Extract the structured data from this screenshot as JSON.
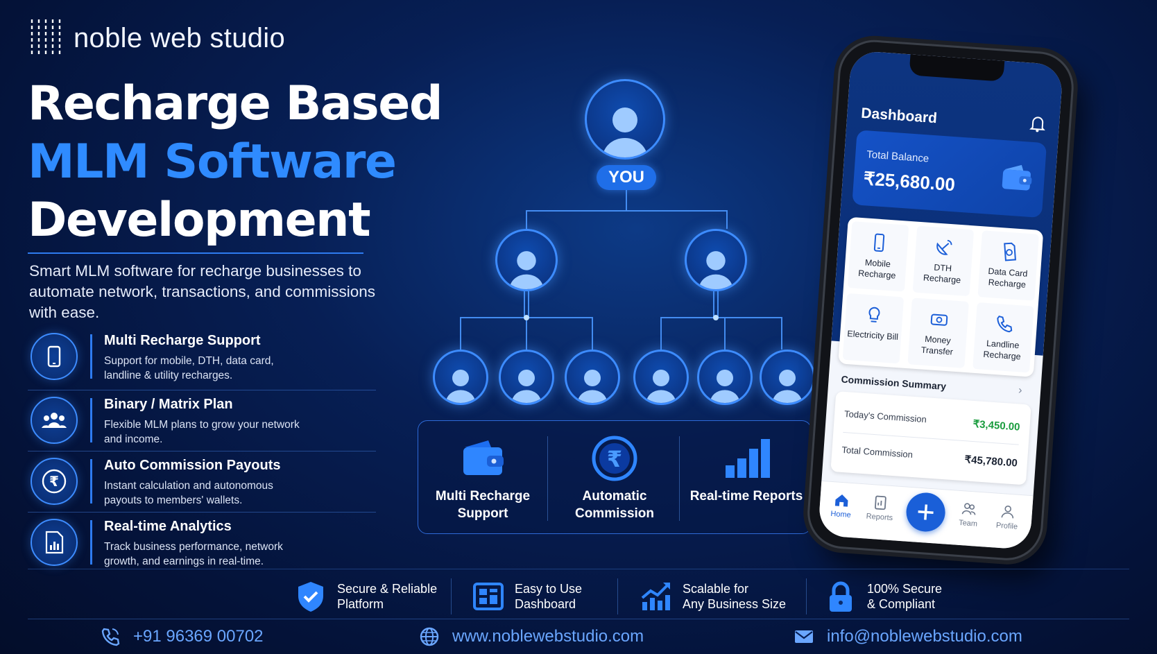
{
  "brand": {
    "name": "noble web studio"
  },
  "headline": {
    "line1": "Recharge Based",
    "line2": "MLM Software",
    "line3": "Development"
  },
  "intro": "Smart MLM software for recharge businesses to automate network, transactions, and commissions with ease.",
  "features": [
    {
      "title": "Multi Recharge Support",
      "desc": "Support for mobile, DTH, data card, landline & utility recharges.",
      "icon": "phone-icon"
    },
    {
      "title": "Binary / Matrix Plan",
      "desc": "Flexible MLM plans to grow your network and income.",
      "icon": "people-icon"
    },
    {
      "title": "Auto Commission Payouts",
      "desc": "Instant calculation and autonomous payouts to members' wallets.",
      "icon": "rupee-icon"
    },
    {
      "title": "Real-time Analytics",
      "desc": "Track business performance, network growth, and earnings in real-time.",
      "icon": "report-icon"
    }
  ],
  "tree": {
    "root_label": "YOU"
  },
  "center_features": [
    {
      "label": "Multi Recharge Support",
      "icon": "wallet-icon"
    },
    {
      "label": "Automatic Commission",
      "icon": "rupee-coin-icon"
    },
    {
      "label": "Real-time Reports",
      "icon": "bar-chart-icon"
    }
  ],
  "phone": {
    "dashboard_title": "Dashboard",
    "balance_label": "Total Balance",
    "balance_value": "₹25,680.00",
    "services": [
      {
        "label": "Mobile Recharge",
        "icon": "mobile-icon"
      },
      {
        "label": "DTH Recharge",
        "icon": "satellite-icon"
      },
      {
        "label": "Data Card Recharge",
        "icon": "sim-icon"
      },
      {
        "label": "Electricity Bill",
        "icon": "bulb-icon"
      },
      {
        "label": "Money Transfer",
        "icon": "money-icon"
      },
      {
        "label": "Landline Recharge",
        "icon": "landline-icon"
      }
    ],
    "commission_title": "Commission Summary",
    "today_label": "Today's Commission",
    "today_value": "₹3,450.00",
    "total_label": "Total Commission",
    "total_value": "₹45,780.00",
    "nav": {
      "home": "Home",
      "reports": "Reports",
      "team": "Team",
      "profile": "Profile"
    }
  },
  "badges": [
    {
      "line1": "Secure & Reliable",
      "line2": "Platform",
      "icon": "shield-icon"
    },
    {
      "line1": "Easy to Use",
      "line2": "Dashboard",
      "icon": "dashboard-icon"
    },
    {
      "line1": "Scalable for",
      "line2": "Any Business Size",
      "icon": "growth-icon"
    },
    {
      "line1": "100% Secure",
      "line2": "& Compliant",
      "icon": "lock-icon"
    }
  ],
  "contact": {
    "phone": "+91 96369 00702",
    "website": "www.noblewebstudio.com",
    "email": "info@noblewebstudio.com"
  },
  "colors": {
    "accent": "#2f8bff",
    "background": "#04133a",
    "line": "#3d8cff",
    "commission_green": "#1a9c3e"
  }
}
